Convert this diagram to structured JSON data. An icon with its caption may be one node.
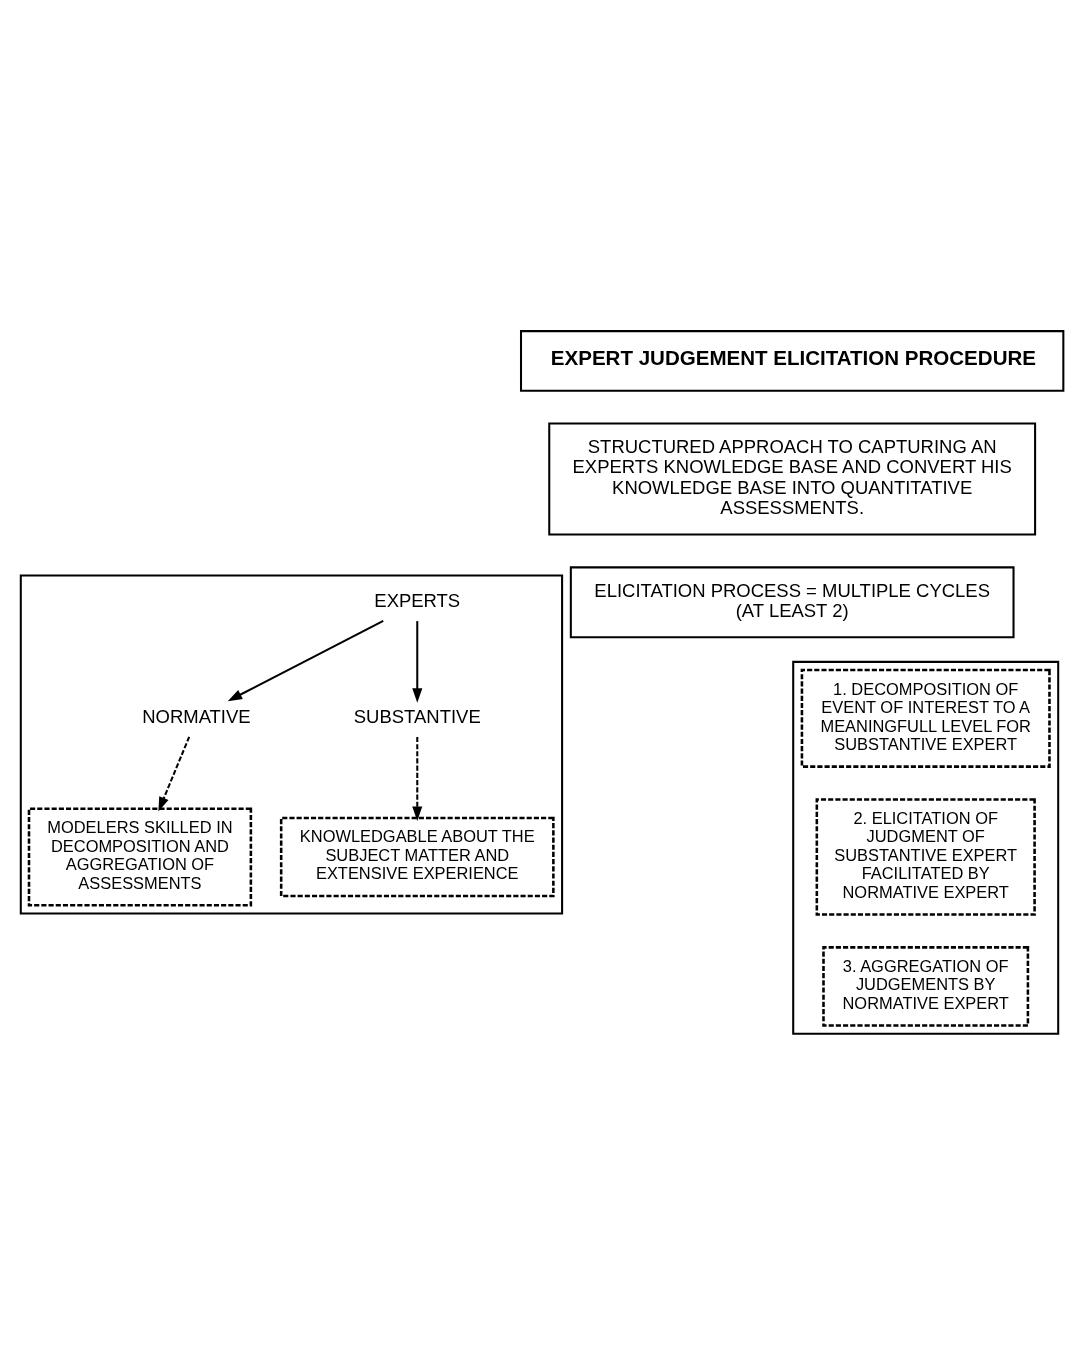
{
  "diagram": {
    "nodes": [
      {
        "text": [
          "EXPERT JUDGEMENT ELICITATION PROCEDURE"
        ]
      },
      {
        "text": [
          "STRUCTURED APPROACH TO CAPTURING AN EXPERTS KNOWLEDGE BASE AND CONVERT HIS KNOWLEDGE BASE INTO QUANTITATIVE ASSESSMENTS."
        ]
      },
      {
        "text": [],
        "shape": "box"
      },
      {
        "text": [
          "MODELERS SKILLED IN DECOMPOSITION AND AGGREGATION OF ASSESSMENTS"
        ],
        "in": 2
      },
      {
        "text": [
          "NORMATIVE"
        ],
        "in": 2
      },
      {
        "text": [
          "EXPERTS"
        ],
        "in": 2
      },
      {
        "text": [
          "SUBSTANTIVE"
        ],
        "in": 2
      },
      {
        "text": [
          "KNOWLEDGABLE ABOUT THE SUBJECT MATTER AND EXTENSIVE EXPERIENCE"
        ],
        "in": 2
      },
      {
        "text": [
          "ELICITATION PROCESS = MULTIPLE CYCLES (AT LEAST 2)"
        ]
      },
      {
        "text": [],
        "shape": "box"
      },
      {
        "text": [
          "1. DECOMPOSITION OF EVENT OF INTEREST TO A MEANINGFULL LEVEL FOR SUBSTANTIVE EXPERT"
        ],
        "in": 9
      },
      {
        "text": [
          "2. ELICITATION OF JUDGMENT OF SUBSTANTIVE EXPERT FACILITATED BY NORMATIVE EXPERT"
        ],
        "in": 9
      },
      {
        "text": [
          "3. AGGREGATION OF JUDGEMENTS BY NORMATIVE EXPERT"
        ],
        "in": 9
      }
    ],
    "edges": [
      {
        "from": 5,
        "to": 4,
        "arrow": "to"
      },
      {
        "from": 5,
        "to": 6,
        "arrow": "to"
      },
      {
        "from": 4,
        "to": 3,
        "arrow": "to",
        "style": "dashed"
      },
      {
        "from": 6,
        "to": 7,
        "arrow": "to",
        "style": "dashed"
      }
    ]
  }
}
